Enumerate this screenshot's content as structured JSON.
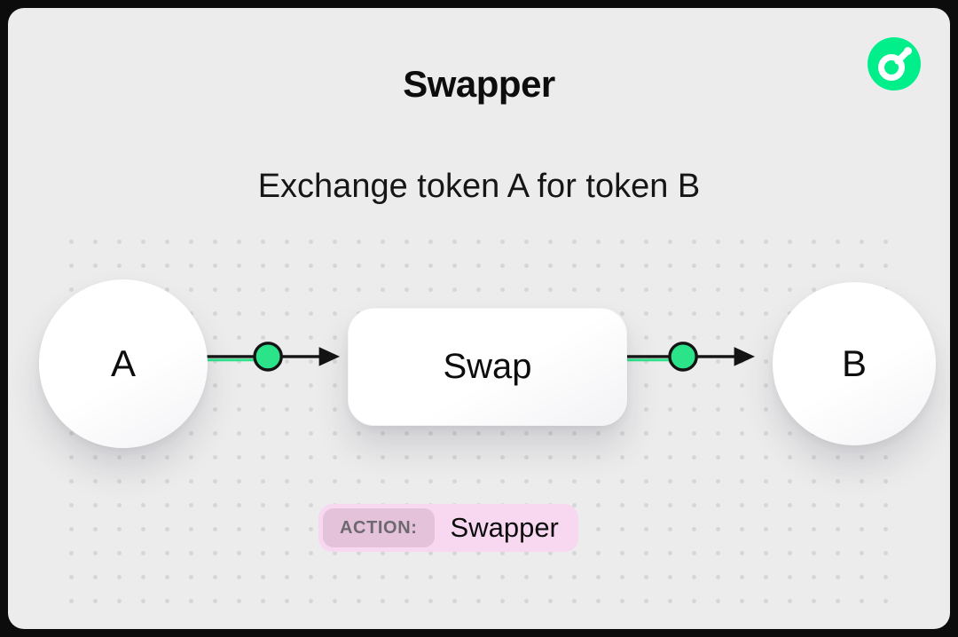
{
  "header": {
    "title": "Swapper",
    "subtitle": "Exchange token A for token B"
  },
  "diagram": {
    "input_node": "A",
    "process_node": "Swap",
    "output_node": "B"
  },
  "action": {
    "label": "ACTION:",
    "value": "Swapper"
  },
  "icons": {
    "logo": "flow-logo"
  },
  "colors": {
    "accent_green": "#00ef8b",
    "connector_green": "#2be389",
    "connector_black": "#141414",
    "badge_background": "#f8d7f1",
    "badge_label_background": "#e4c3da",
    "canvas_background": "#ececec",
    "frame": "#0c0c0c"
  }
}
